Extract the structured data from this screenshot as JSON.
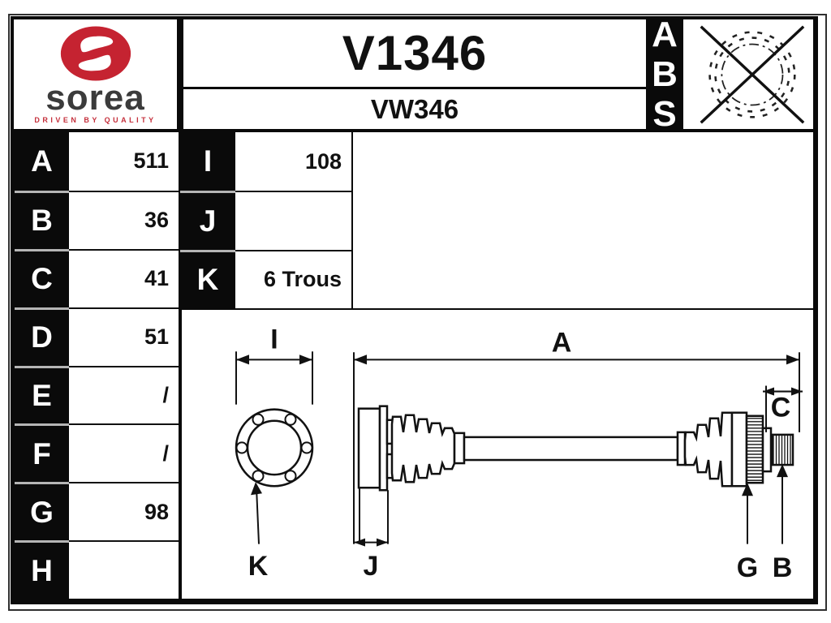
{
  "header": {
    "brand": {
      "name": "sorea",
      "tagline": "DRIVEN BY QUALITY"
    },
    "reference": "V1346",
    "secondary_reference": "VW346",
    "abs_letters": [
      "A",
      "B",
      "S"
    ],
    "abs_icon_meaning": "no-abs-ring (crossed out tone ring)"
  },
  "dimension_table": {
    "left_rows": [
      {
        "label": "A",
        "value": "511"
      },
      {
        "label": "B",
        "value": "36"
      },
      {
        "label": "C",
        "value": "41"
      },
      {
        "label": "D",
        "value": "51"
      },
      {
        "label": "E",
        "value": "/"
      },
      {
        "label": "F",
        "value": "/"
      },
      {
        "label": "G",
        "value": "98"
      },
      {
        "label": "H",
        "value": ""
      }
    ],
    "right_rows": [
      {
        "label": "I",
        "value": "108"
      },
      {
        "label": "J",
        "value": ""
      },
      {
        "label": "K",
        "value": "6 Trous"
      }
    ]
  },
  "drawing": {
    "type": "driveshaft-technical-drawing",
    "flange_hole_count": 6,
    "labels": {
      "i": "I",
      "a": "A",
      "k": "K",
      "j": "J",
      "c": "C",
      "g": "G",
      "b": "B"
    }
  },
  "colors": {
    "brand_red": "#c52331",
    "brand_text": "#3b3b3b",
    "ink": "#111111",
    "paper": "#ffffff"
  }
}
